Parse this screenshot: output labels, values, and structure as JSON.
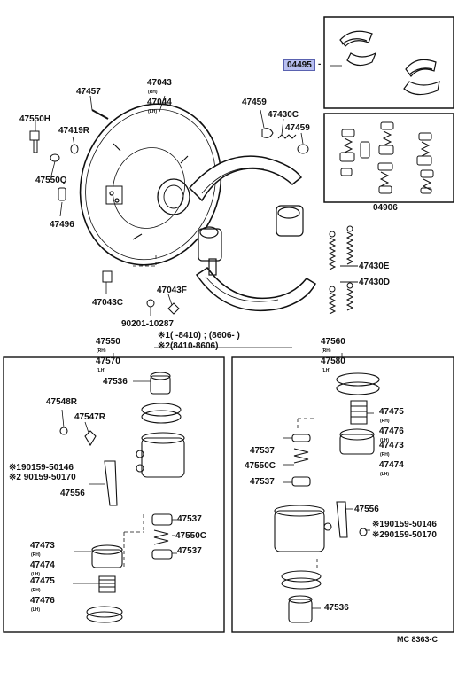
{
  "diagram": {
    "code": "MC 8363-C",
    "kits": {
      "shoe_kit": "04495",
      "cup_kit": "04906"
    },
    "notes": {
      "note1": "※1(    -8410) ; (8606-    )",
      "note2": "※2(8410-8606)"
    },
    "labels": {
      "l47457": "47457",
      "l47043": "47043",
      "l47044": "47044",
      "l47550H": "47550H",
      "l47419R": "47419R",
      "l47550Q": "47550Q",
      "l47496": "47496",
      "l47459a": "47459",
      "l47430C": "47430C",
      "l47459b": "47459",
      "l47430E": "47430E",
      "l47430D": "47430D",
      "l47043C": "47043C",
      "l47043F": "47043F",
      "l90201": "90201-10287",
      "l47550": "47550",
      "l47570": "47570",
      "l47560": "47560",
      "l47580": "47580",
      "l47536a": "47536",
      "l47548R": "47548R",
      "l47547R": "47547R",
      "l90159a": "※190159-50146",
      "l90159b": "※2 90159-50170",
      "l47556a": "47556",
      "l47537a": "47537",
      "l47550Ca": "47550C",
      "l47537b": "47537",
      "l47473a": "47473",
      "l47474a": "47474",
      "l47475a": "47475",
      "l47476a": "47476",
      "l47475b": "47475",
      "l47476b": "47476",
      "l47537c": "47537",
      "l47550Cb": "47550C",
      "l47537d": "47537",
      "l47473b": "47473",
      "l47474b": "47474",
      "l47556b": "47556",
      "l90159c": "※190159-50146",
      "l90159d": "※290159-50170",
      "l47536b": "47536"
    },
    "subs": {
      "rh": "(RH)",
      "lh": "(LH)"
    }
  }
}
